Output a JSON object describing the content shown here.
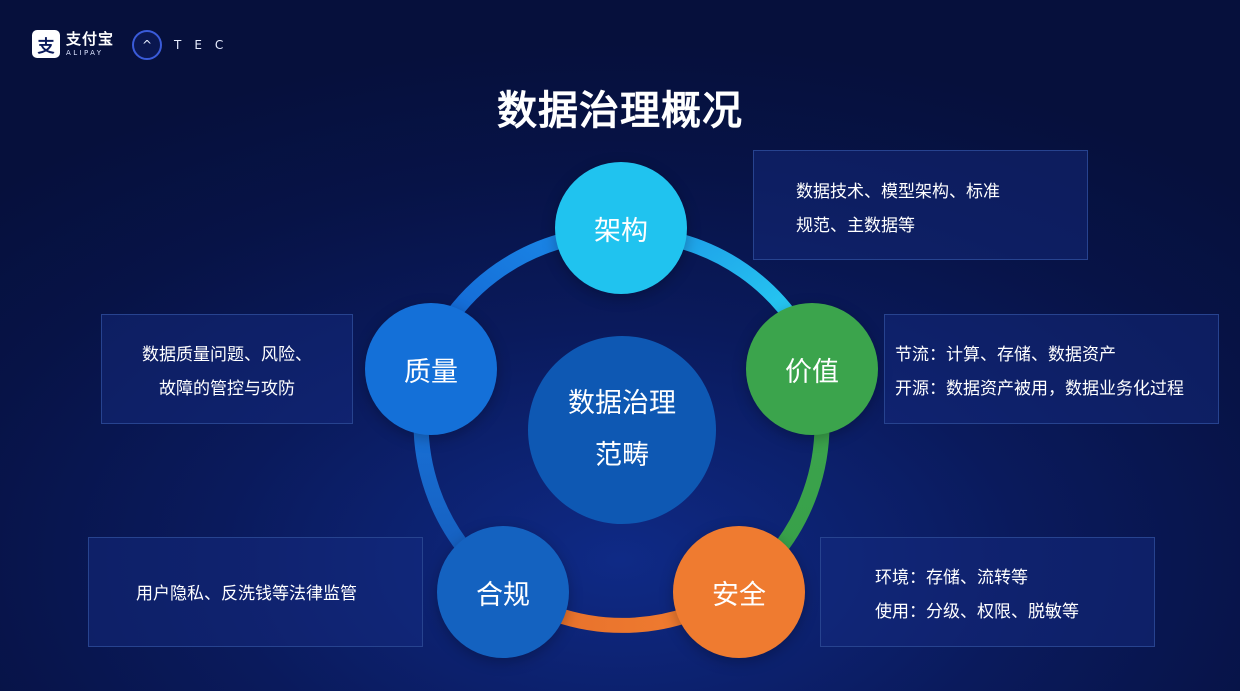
{
  "header": {
    "logo_glyph": "支",
    "brand_cn": "支付宝",
    "brand_en": "ALIPAY",
    "tec_glyph": "^",
    "tec_text": "TEC"
  },
  "title": "数据治理概况",
  "center": {
    "line1": "数据治理",
    "line2": "范畴"
  },
  "nodes": [
    {
      "label": "架构",
      "color": "#20c3ef"
    },
    {
      "label": "价值",
      "color": "#3ba44c"
    },
    {
      "label": "安全",
      "color": "#ef7b30"
    },
    {
      "label": "合规",
      "color": "#1462c0"
    },
    {
      "label": "质量",
      "color": "#1470d8"
    }
  ],
  "descriptions": {
    "architecture": [
      "数据技术、模型架构、标准",
      "规范、主数据等"
    ],
    "value": [
      "节流：计算、存储、数据资产",
      "开源：数据资产被用，数据业务化过程"
    ],
    "security": [
      "环境：存储、流转等",
      "使用：分级、权限、脱敏等"
    ],
    "compliance": [
      "用户隐私、反洗钱等法律监管"
    ],
    "quality": [
      "数据质量问题、风险、",
      "故障的管控与攻防"
    ]
  },
  "colors": {
    "background": "#0a1a5c",
    "ring_cyan": "#20c3ef",
    "ring_green": "#3ba44c",
    "ring_orange": "#ef7b30",
    "ring_blue": "#1470d8"
  }
}
